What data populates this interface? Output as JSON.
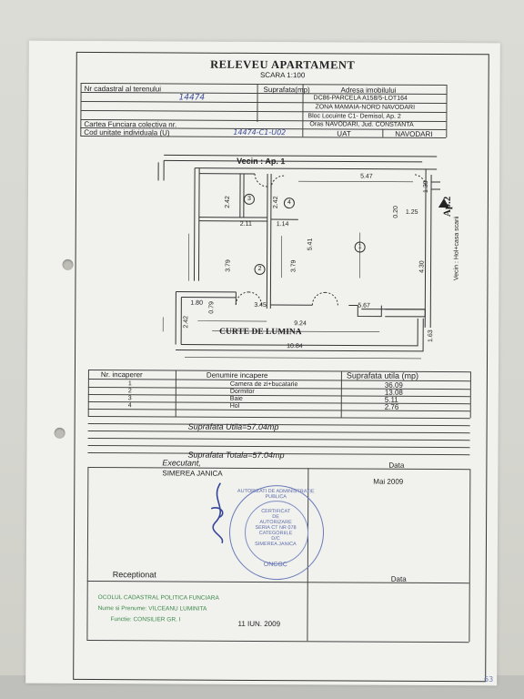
{
  "header": {
    "title": "RELEVEU APARTAMENT",
    "scale": "SCARA 1:100"
  },
  "info_table": {
    "col_cadastral": "Nr cadastral al terenului",
    "col_surface": "Suprafata(mp)",
    "col_address": "Adresa imobilului",
    "cadastral_value": "14474",
    "address_lines": [
      "DC86-PARCELA A158/5-LOT164",
      "ZONA MAMAIA-NORD NAVODARI",
      "Bloc Locuinte C1- Demisol, Ap. 2",
      "Oras NAVODARI, Jud. CONSTANTA"
    ],
    "carte_funciara": "Cartea Funciara colectiva nr.",
    "cod_unitate": "Cod unitate individuala (U)",
    "cod_value": "14474-C1-U02",
    "uat_label": "UAT",
    "uat_value": "NAVODARI"
  },
  "plan": {
    "vecin_top": "Vecin : Ap. 1",
    "vecin_right": "Vecin : Hol+casa scarii",
    "ap_label": "Ap.2",
    "courtyard": "CURTE DE LUMINA",
    "rooms": [
      "1",
      "2",
      "3",
      "4"
    ],
    "dimensions": [
      "5.47",
      "1.39",
      "2.42",
      "2.42",
      "2.11",
      "1.14",
      "0.20",
      "1.25",
      "5.41",
      "3.79",
      "3.79",
      "4.30",
      "1.80",
      "0.79",
      "3.45",
      "5.67",
      "2.42",
      "9.24",
      "1.63",
      "10.84"
    ]
  },
  "rooms_table": {
    "headers": [
      "Nr. incaperer",
      "Denumire incapere",
      "Suprafata utila (mp)"
    ],
    "rows": [
      {
        "nr": "1",
        "name": "Camera de zi+bucatarie",
        "area": "36.09"
      },
      {
        "nr": "2",
        "name": "Dormitor",
        "area": "13.08"
      },
      {
        "nr": "3",
        "name": "Baie",
        "area": "5.11"
      },
      {
        "nr": "4",
        "name": "Hol",
        "area": "2.76"
      }
    ],
    "useful_area": "Suprafata Utila=57.04mp",
    "total_area": "Suprafata Totala=57.04mp"
  },
  "signatures": {
    "executant_label": "Executant,",
    "executant_name": "SIMEREA JANICA",
    "data_label": "Data",
    "date_value": "Mai 2009",
    "receptionat_label": "Receptionat",
    "data_label2": "Data",
    "receptionat_date": "11 IUN. 2009"
  },
  "stamp": {
    "ring": "AUTORIZATI DE ADMINISTRATIE PUBLICA",
    "center_lines": [
      "CERTIFICAT",
      "DE",
      "AUTORIZARE",
      "SERIA CT NR 078",
      "CATEGORIILE",
      "D/C",
      "SIMEREA JANICA"
    ],
    "bottom": "ONCGC"
  },
  "green_stamp": {
    "line1": "OCOLUL CADASTRAL POLITICA FUNCIARA",
    "line2": "Nume si Prenume: VILCEANU LUMINITA",
    "line3": "Functie: CONSILIER GR. I"
  },
  "page_number": "63"
}
